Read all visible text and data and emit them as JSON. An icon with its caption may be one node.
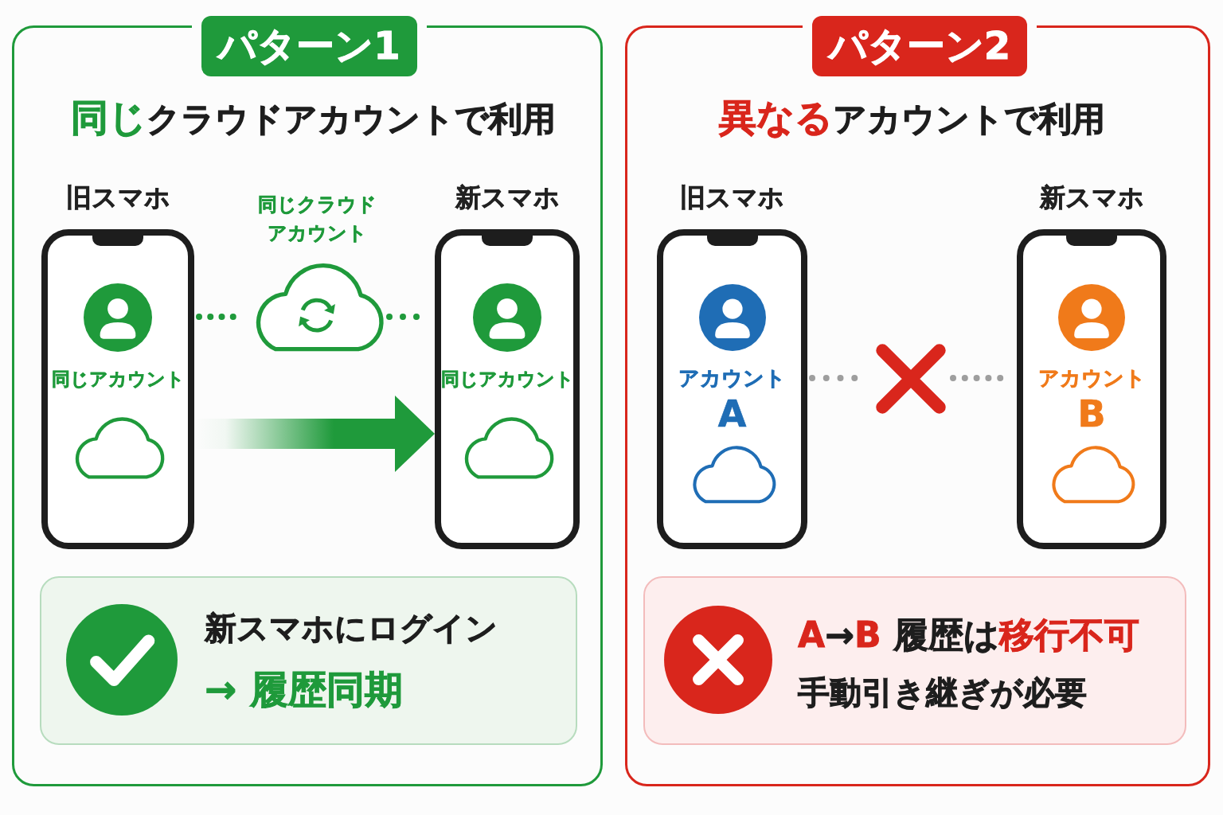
{
  "diagram": {
    "nodes": [
      {
        "text": [
          "パターン1",
          "**同じ**クラウドアカウントで利用"
        ]
      },
      {
        "text": [
          "旧スマホ",
          "同じアカウント"
        ],
        "in": 0
      },
      {
        "text": [
          "同じクラウドアカウント"
        ],
        "in": 0
      },
      {
        "text": [
          "新スマホ",
          "同じアカウント"
        ],
        "in": 0
      },
      {
        "text": [
          "新スマホにログイン",
          "→ 履歴同期"
        ],
        "in": 0
      },
      {
        "text": [
          "パターン2",
          "**異なる**アカウントで利用"
        ]
      },
      {
        "text": [
          "旧スマホ",
          "アカウント",
          "A"
        ],
        "in": 5
      },
      {
        "text": [],
        "shape": "cross",
        "in": 5
      },
      {
        "text": [
          "新スマホ",
          "アカウント",
          "B"
        ],
        "in": 5
      },
      {
        "text": [
          "**A**→**B** 履歴は**移行不可**",
          "手動引き継ぎが必要"
        ],
        "in": 5
      }
    ],
    "edges": [
      {
        "from": 1,
        "to": 2,
        "arrow": "none",
        "style": "dashed"
      },
      {
        "from": 2,
        "to": 3,
        "arrow": "none",
        "style": "dashed"
      },
      {
        "from": 1,
        "to": 3,
        "arrow": "to",
        "style": "thick"
      },
      {
        "from": 6,
        "to": 7,
        "arrow": "none",
        "style": "dashed",
        "color": "#9e9e9e"
      },
      {
        "from": 7,
        "to": 8,
        "arrow": "none",
        "style": "dashed",
        "color": "#9e9e9e"
      }
    ]
  }
}
